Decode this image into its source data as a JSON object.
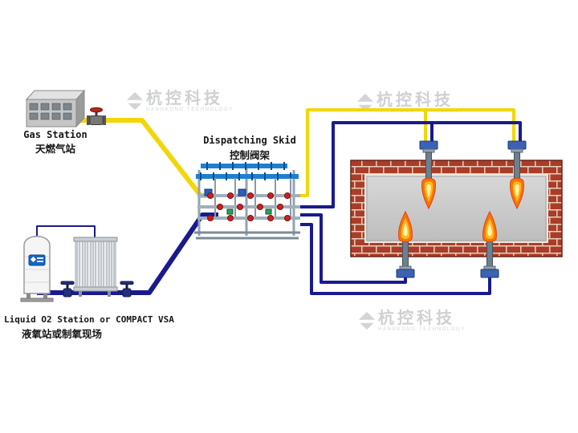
{
  "stations": {
    "gas": {
      "en": "Gas Station",
      "zh": "天燃气站"
    },
    "skid": {
      "en": "Dispatching Skid",
      "zh": "控制阀架"
    },
    "oxygen": {
      "en": "Liquid O2 Station or COMPACT VSA",
      "zh": "液氧站或制氧现场"
    }
  },
  "watermark": {
    "brand": "杭控科技",
    "subtitle": "HANGKONG TECHNOLOGY"
  },
  "colors": {
    "gas_pipe": "#f2d60a",
    "oxygen_pipe": "#1a1a8e",
    "skid_header_pipe": "#1d7fd4",
    "valve_handle": "#cf1f1f",
    "brick": "#ab3c28",
    "mortar": "#e2d2bf",
    "furnace_interior_light": "#d8d8d8",
    "furnace_interior_dark": "#bdbdbd",
    "flame_outer": "#ff7300",
    "flame_mid": "#ffb820",
    "flame_core": "#fff3a6"
  }
}
